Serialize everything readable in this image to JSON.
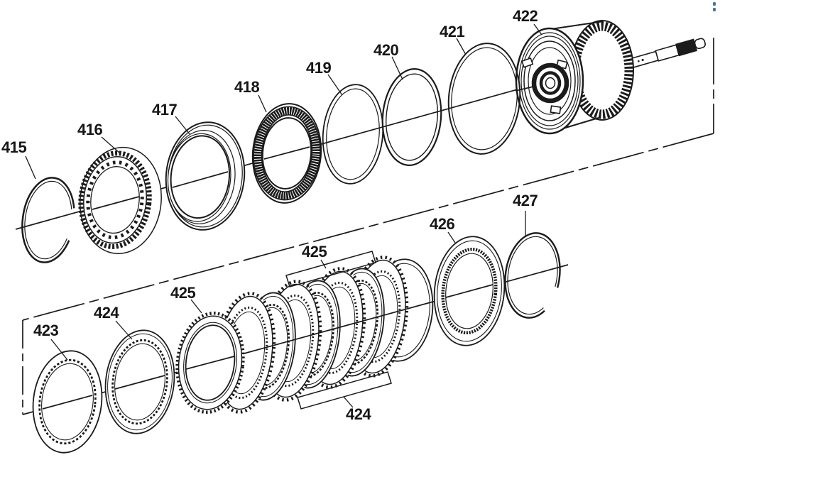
{
  "figure": {
    "kind": "exploded-parts-diagram",
    "subject": "clutch-drum-and-plate-assembly"
  },
  "colors": {
    "ink": "#1b1b1b",
    "paper": "#ffffff",
    "artifact_blue": "#41789e"
  },
  "callouts": {
    "c415": "415",
    "c416": "416",
    "c417": "417",
    "c418": "418",
    "c419": "419",
    "c420": "420",
    "c421": "421",
    "c422": "422",
    "c423": "423",
    "c424_left": "424",
    "c425_left": "425",
    "c425_group": "425",
    "c424_group": "424",
    "c426": "426",
    "c427": "427"
  }
}
